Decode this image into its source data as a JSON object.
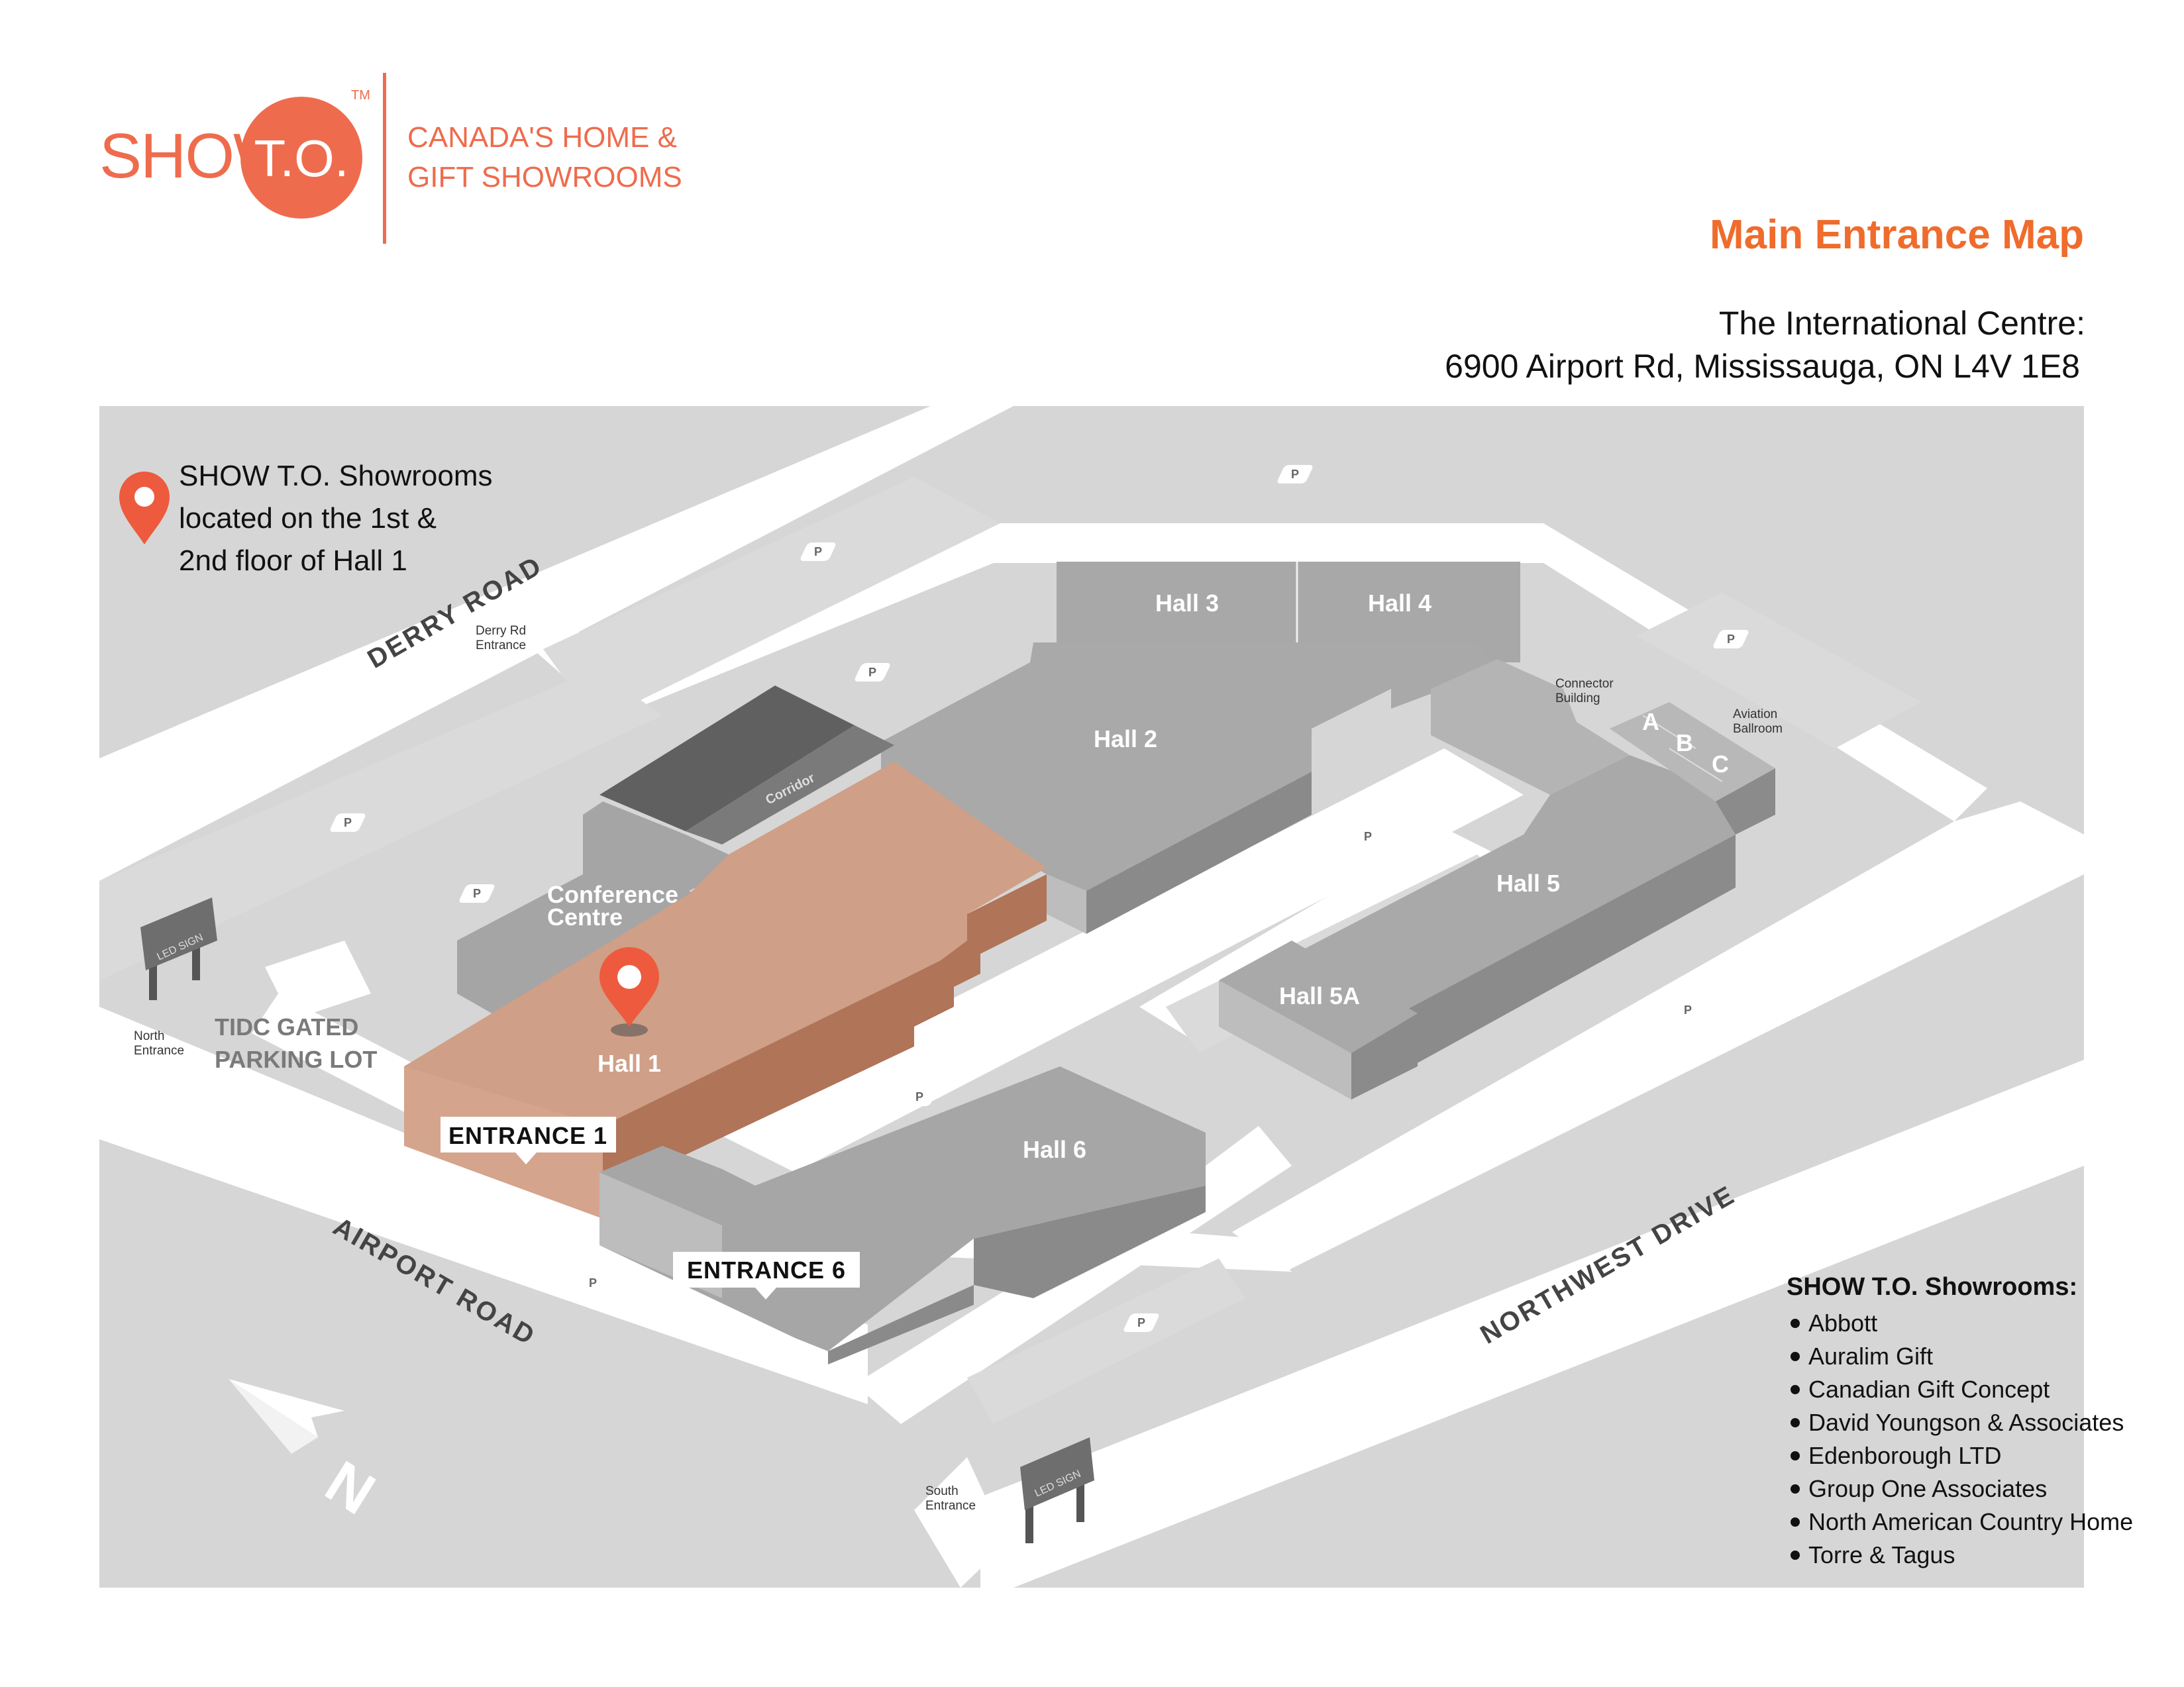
{
  "logo": {
    "brand_left": "SHOW",
    "brand_circle": "T.O.",
    "trademark": "TM",
    "tagline_line1": "CANADA'S HOME &",
    "tagline_line2": "GIFT SHOWROOMS"
  },
  "header": {
    "title": "Main Entrance Map",
    "address_line1": "The International Centre:",
    "address_line2": "6900 Airport Rd, Mississauga, ON L4V 1E8"
  },
  "legend_note": {
    "icon": "map-pin-icon",
    "line1": "SHOW T.O. Showrooms",
    "line2": "located on the 1st &",
    "line3": "2nd floor of Hall 1"
  },
  "halls": {
    "hall1": "Hall 1",
    "hall2": "Hall 2",
    "hall3": "Hall 3",
    "hall4": "Hall 4",
    "hall5": "Hall 5",
    "hall5a": "Hall 5A",
    "hall6": "Hall 6",
    "conference_line1": "Conference",
    "conference_line2": "Centre",
    "corridor": "Corridor",
    "ballroom_a": "A",
    "ballroom_b": "B",
    "ballroom_c": "C",
    "connector_line1": "Connector",
    "connector_line2": "Building",
    "aviation_line1": "Aviation",
    "aviation_line2": "Ballroom"
  },
  "roads": {
    "derry": "DERRY ROAD",
    "airport": "AIRPORT ROAD",
    "northwest": "NORTHWEST DRIVE"
  },
  "entrances": {
    "derry_line1": "Derry Rd",
    "derry_line2": "Entrance",
    "north_line1": "North",
    "north_line2": "Entrance",
    "south_line1": "South",
    "south_line2": "Entrance",
    "entrance1": "ENTRANCE 1",
    "entrance6": "ENTRANCE 6"
  },
  "parking": {
    "tidc_line1": "TIDC GATED",
    "tidc_line2": "PARKING LOT",
    "marker": "P"
  },
  "signs": {
    "led": "LED SIGN"
  },
  "compass": {
    "letter": "N"
  },
  "showrooms": {
    "heading": "SHOW T.O. Showrooms:",
    "items": [
      "Abbott",
      "Auralim Gift",
      "Canadian Gift Concept",
      "David Youngson & Associates",
      "Edenborough LTD",
      "Group One Associates",
      "North American Country Home",
      "Torre & Tagus"
    ]
  },
  "colors": {
    "brand_orange": "#ee6c4d",
    "title_orange": "#ef6c2c",
    "hall1_top": "#cf9f87",
    "hall_grey": "#a6a6a6",
    "road_grey": "#d9d9d9"
  }
}
